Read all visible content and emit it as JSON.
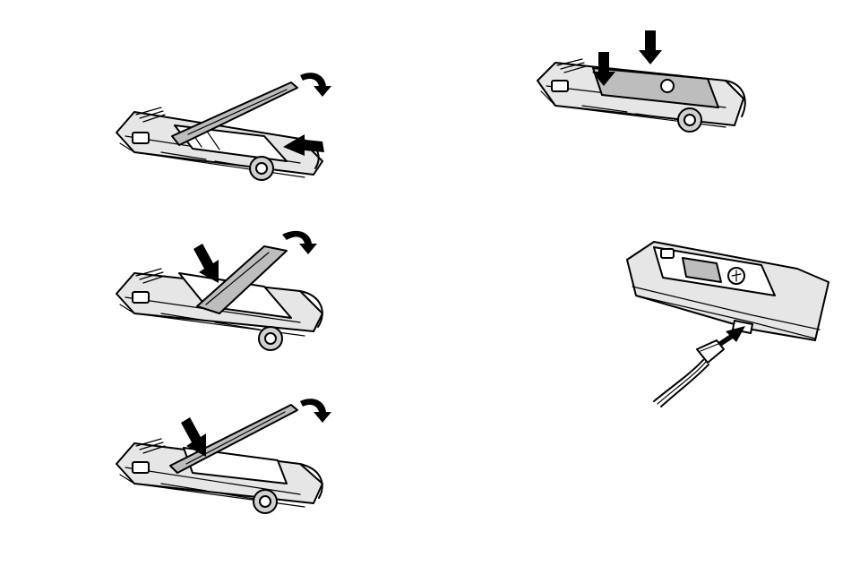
{
  "colors": {
    "background": "#ffffff",
    "line": "#000000",
    "body_fill": "#e6e6e6",
    "shade_fill": "#bdbdbd",
    "arrow_fill": "#000000"
  },
  "panels": [
    {
      "name": "remove-battery-door-step",
      "icons": [
        "curved-arrow-icon",
        "push-arrow-icon"
      ]
    },
    {
      "name": "insert-battery-step",
      "icons": [
        "curved-arrow-icon",
        "down-arrow-icon"
      ]
    },
    {
      "name": "close-battery-door-step",
      "icons": [
        "curved-arrow-icon",
        "down-arrow-icon"
      ]
    },
    {
      "name": "press-door-closed-step",
      "icons": [
        "down-arrow-icon",
        "down-arrow-icon"
      ]
    },
    {
      "name": "attach-charger-step",
      "icons": [
        "plug-arrow-icon"
      ]
    }
  ]
}
